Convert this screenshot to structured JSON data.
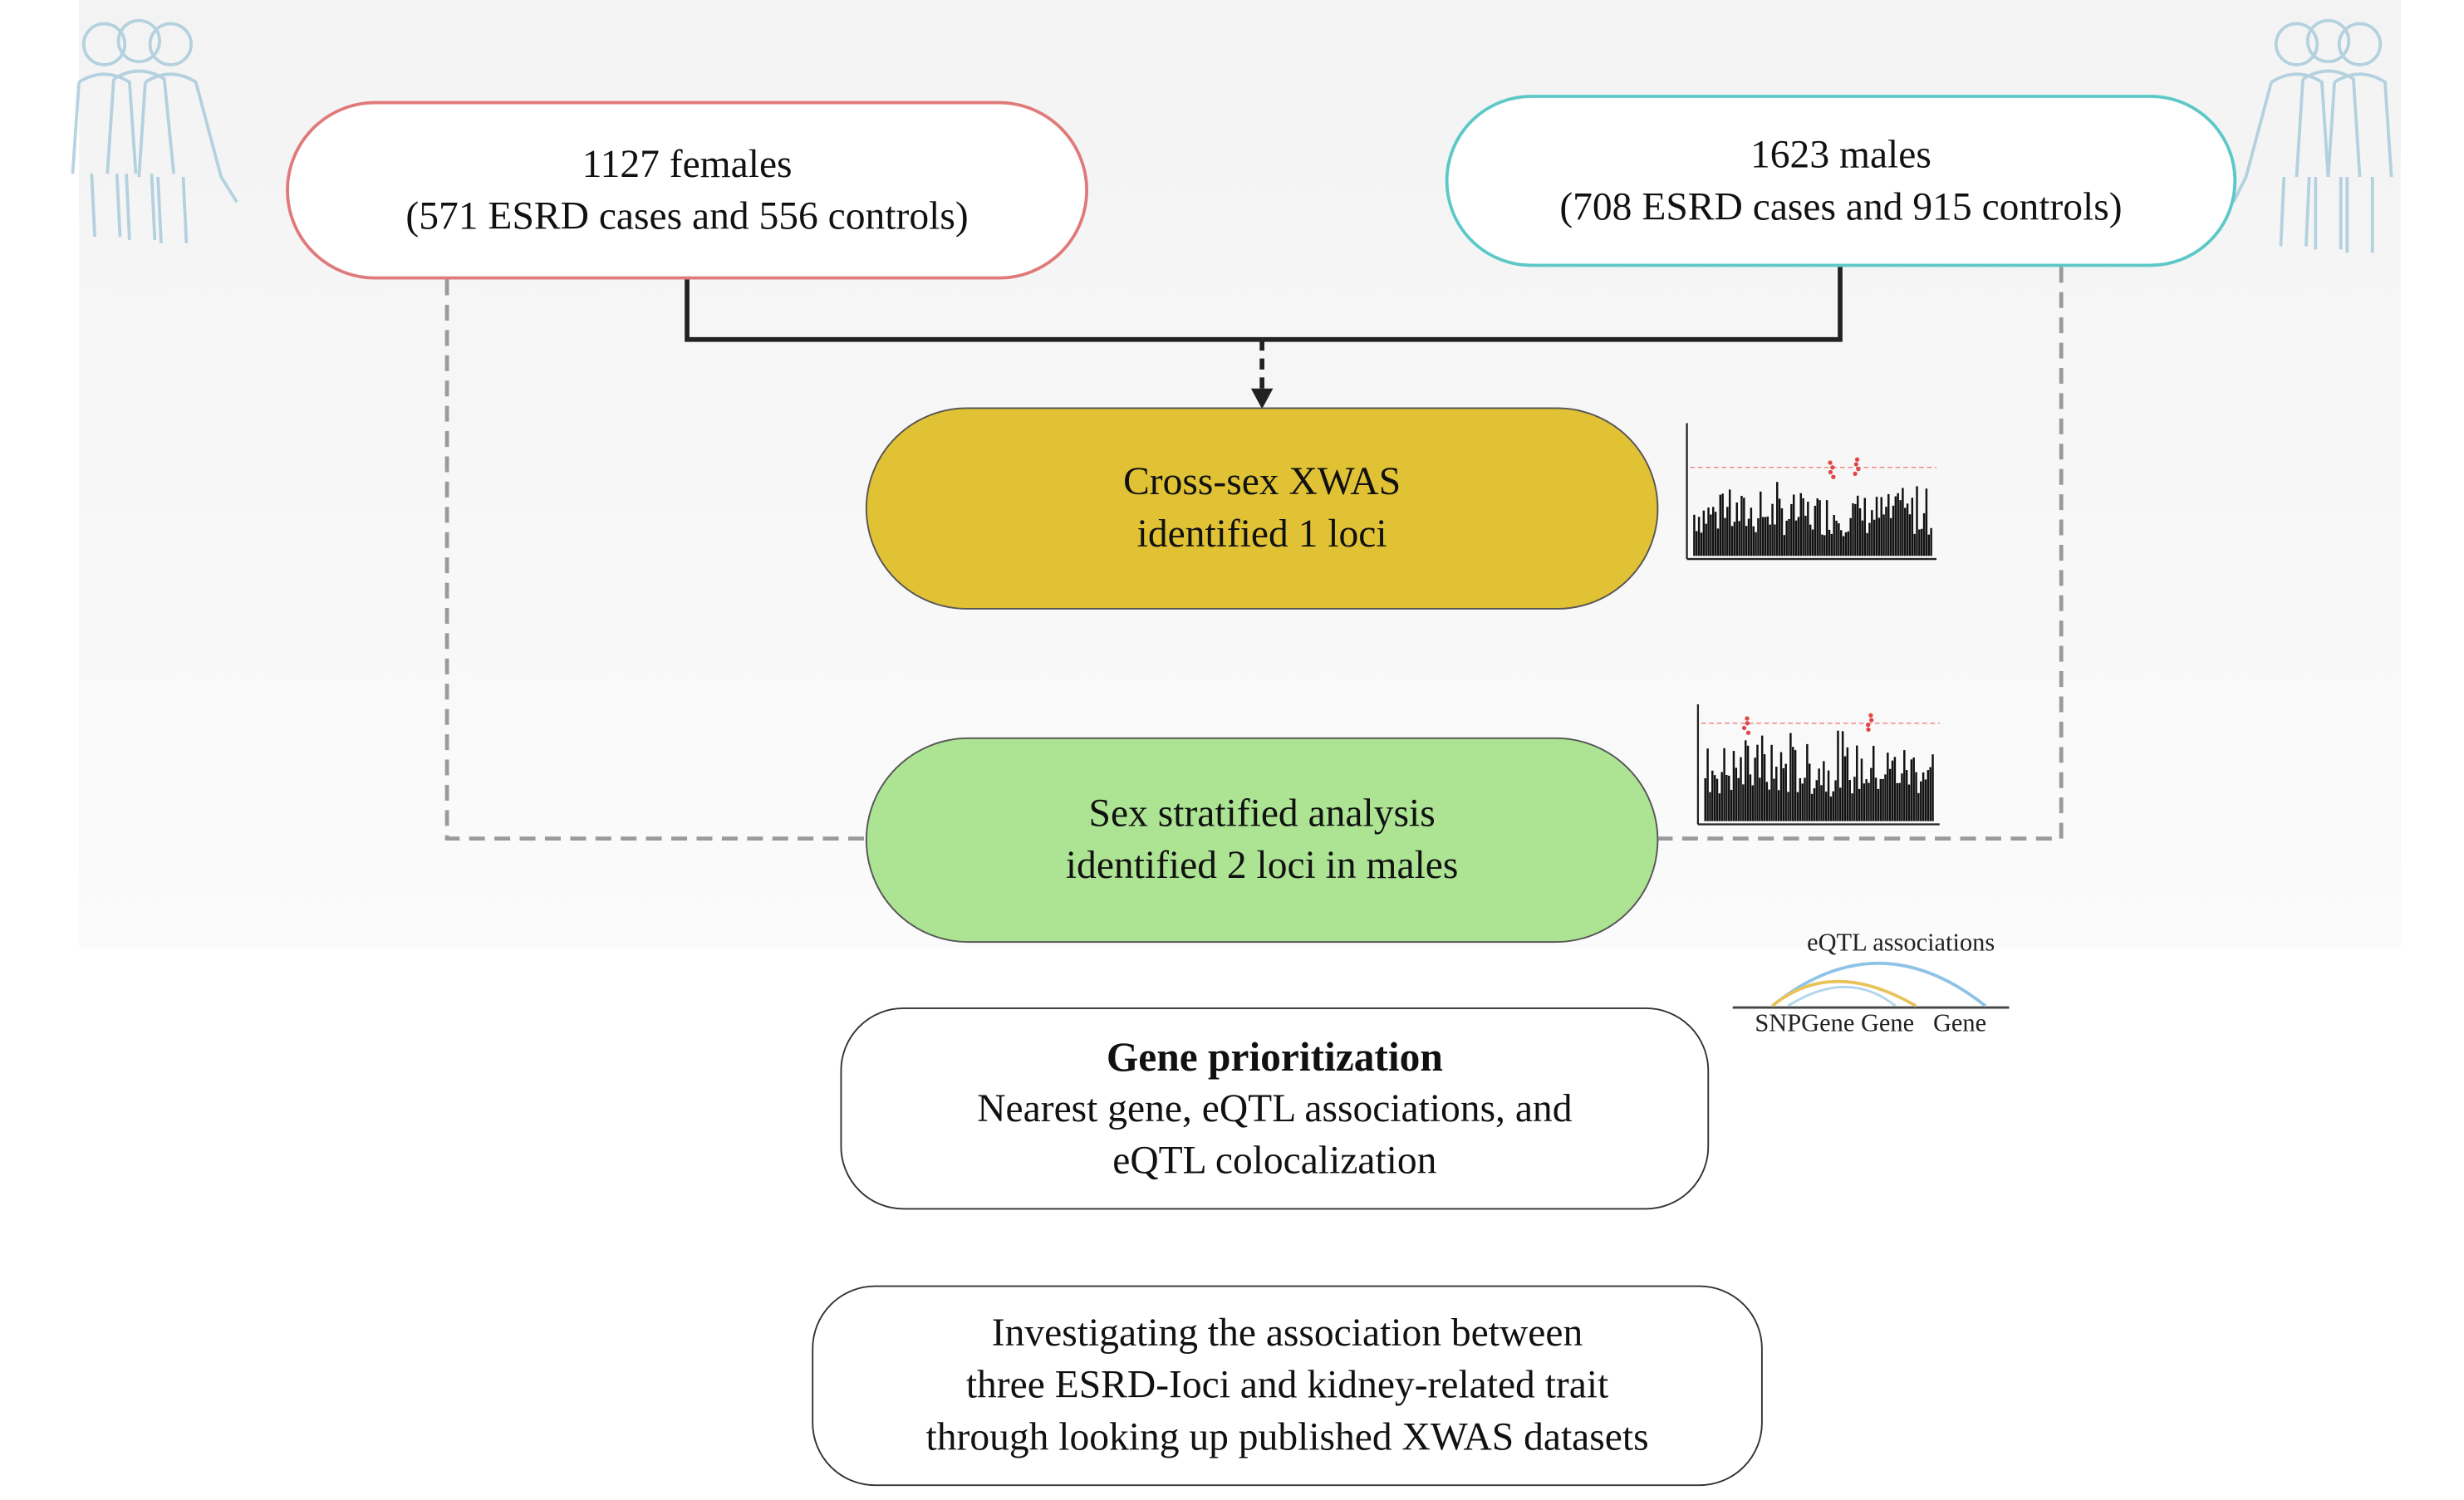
{
  "colors": {
    "females_border": "#e07a7a",
    "males_border": "#5cc8c8",
    "cross_sex_fill": "#e0c234",
    "stratified_fill": "#ade493",
    "eqtl_arc_blue": "#8fc3e6",
    "eqtl_arc_gold": "#e8c35a"
  },
  "females": {
    "line1": "1127 females",
    "line2": "(571 ESRD cases and 556 controls)"
  },
  "males": {
    "line1": "1623 males",
    "line2": "(708 ESRD cases and 915 controls)"
  },
  "cross_sex": {
    "line1": "Cross-sex XWAS",
    "line2": "identified 1 loci"
  },
  "stratified": {
    "line1": "Sex stratified analysis",
    "line2": "identified 2 loci in males"
  },
  "gene_prioritization": {
    "title": "Gene prioritization",
    "line1": "Nearest gene, eQTL associations, and",
    "line2": "eQTL colocalization"
  },
  "investigation": {
    "line1": "Investigating the association between",
    "line2": "three ESRD-Ioci and kidney-related trait",
    "line3": "through looking up published XWAS datasets"
  },
  "eqtl_legend": {
    "title": "eQTL associations",
    "labels": "SNPGene Gene   Gene"
  }
}
